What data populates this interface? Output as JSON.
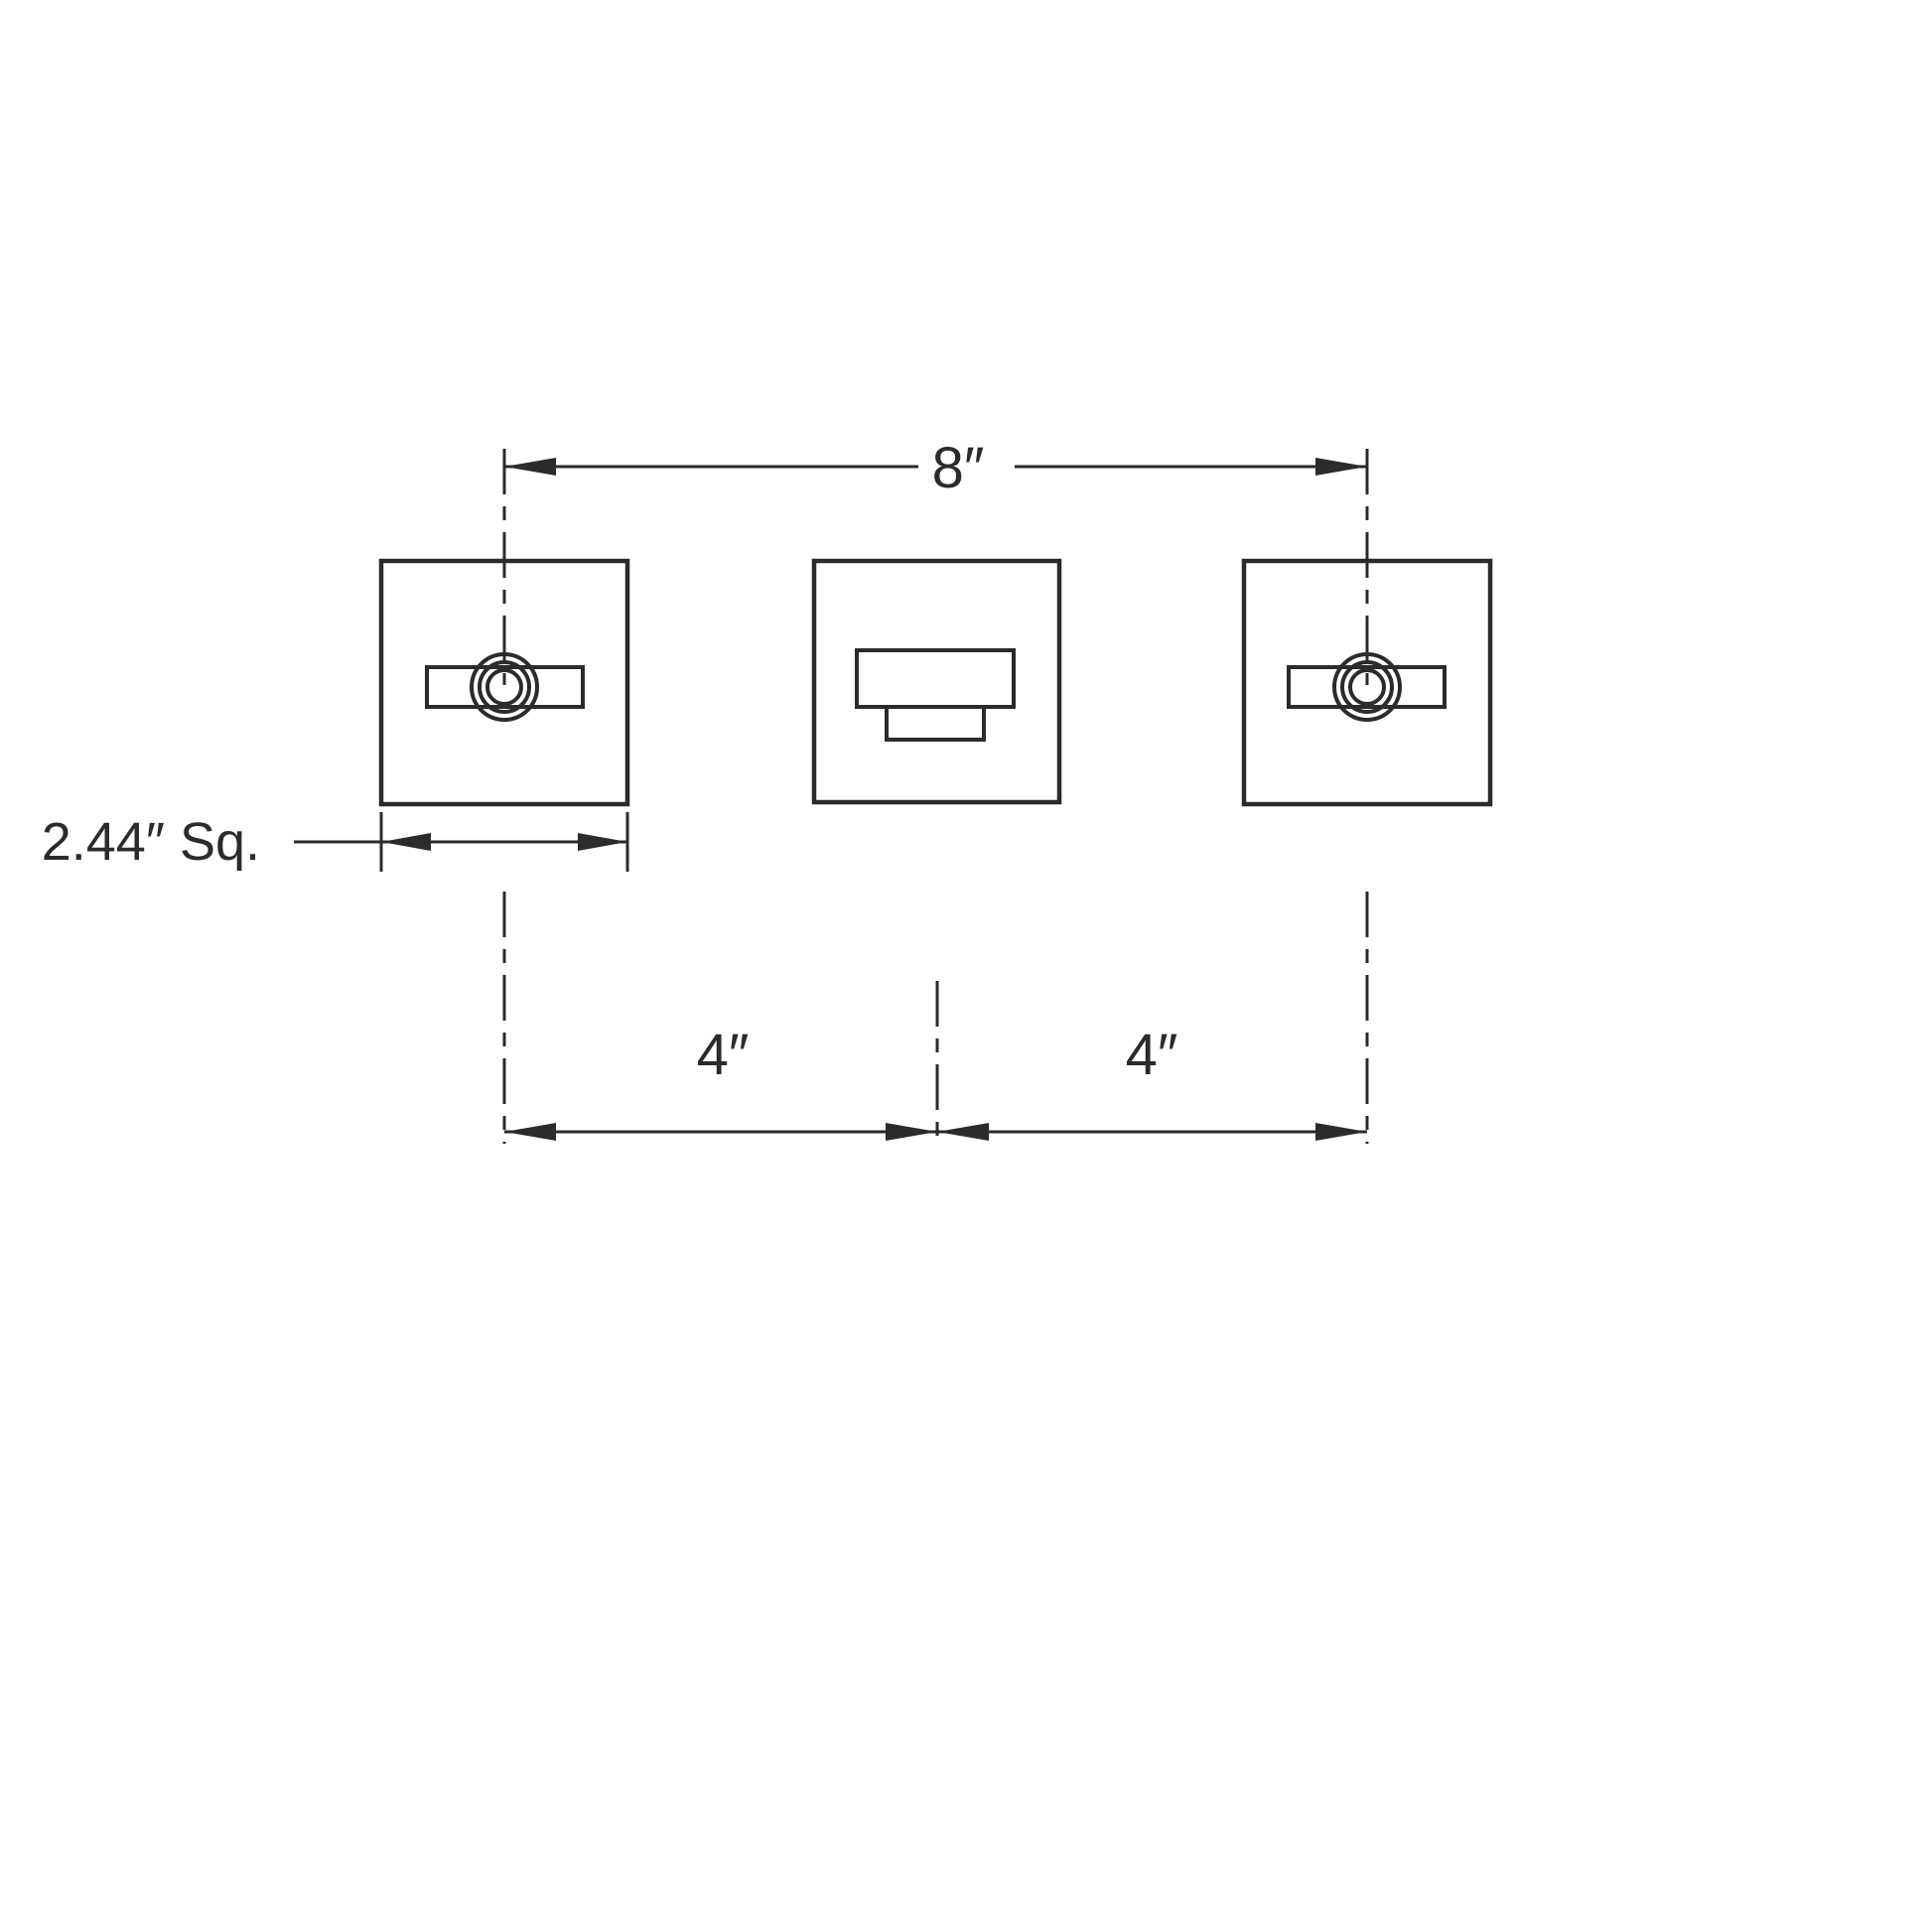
{
  "diagram": {
    "line_color": "#2b2b2b",
    "dimensions": {
      "overall_width": "8″",
      "square_size": "2.44″ Sq.",
      "left_spacing": "4″",
      "right_spacing": "4″"
    }
  }
}
